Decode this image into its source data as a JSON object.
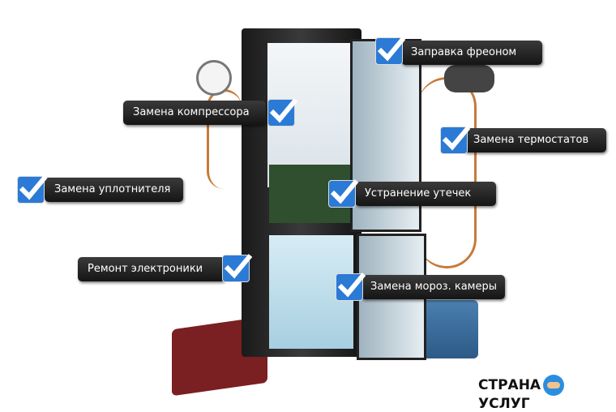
{
  "labels": {
    "freon": "Заправка фреоном",
    "compressor": "Замена компрессора",
    "thermostats": "Замена термостатов",
    "seal": "Замена уплотнителя",
    "leaks": "Устранение утечек",
    "electronics": "Ремонт электроники",
    "freezer": "Замена мороз. камеры"
  },
  "logo": {
    "left": "СТРАНА",
    "right": "УСЛУГ"
  },
  "colors": {
    "check": "#2b7ad6",
    "label_bg": "#222222",
    "hose": "#c77a3a"
  }
}
